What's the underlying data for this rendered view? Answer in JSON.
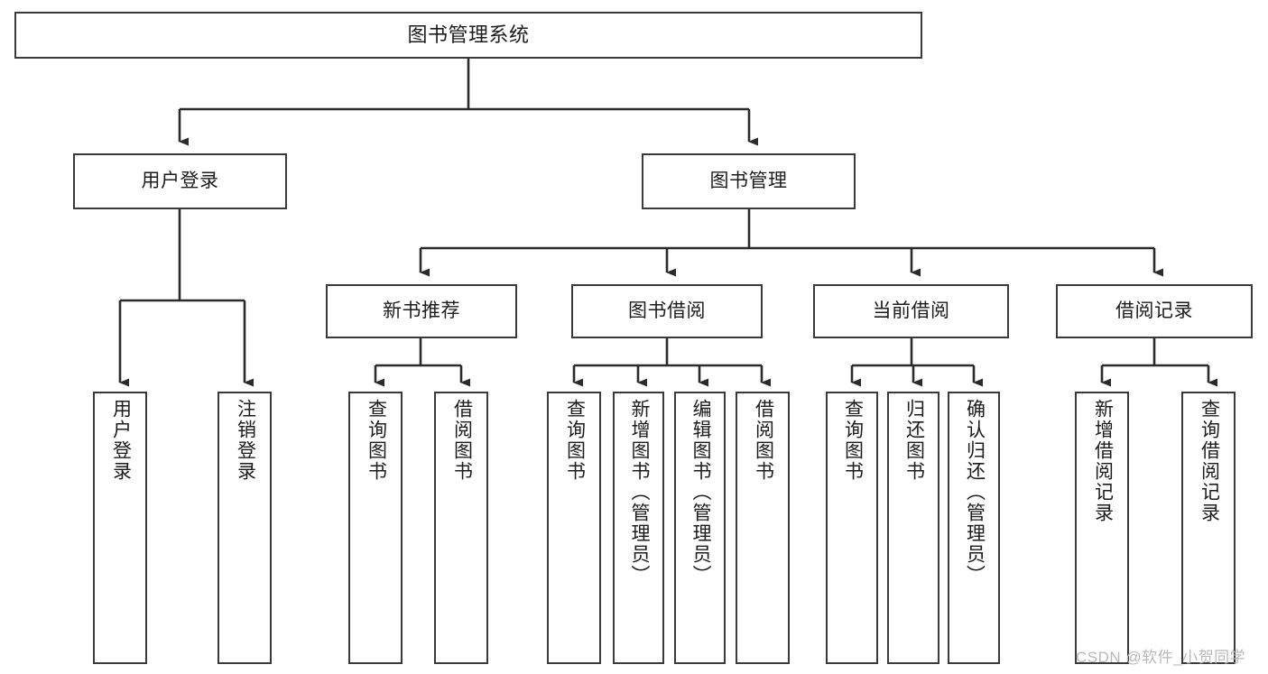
{
  "diagram": {
    "title": "图书管理系统",
    "type": "tree-hierarchy-diagram",
    "watermark": "CSDN @软件_小贺同学",
    "colors": {
      "background": "#ffffff",
      "node_border": "#3a3a3a",
      "node_fill": "#ffffff",
      "edge": "#2b2b2b",
      "text": "#1c1c1c",
      "watermark": "#b9b9b9"
    }
  },
  "nodes": {
    "root": {
      "label": "图书管理系统"
    },
    "level2": [
      {
        "label": "用户登录"
      },
      {
        "label": "图书管理"
      }
    ],
    "level3": [
      {
        "label": "新书推荐"
      },
      {
        "label": "图书借阅"
      },
      {
        "label": "当前借阅"
      },
      {
        "label": "借阅记录"
      }
    ],
    "leaves": {
      "user_login": [
        {
          "label": "用户登录"
        },
        {
          "label": "注销登录"
        }
      ],
      "new_book_recommend": [
        {
          "label": "查询图书"
        },
        {
          "label": "借阅图书"
        }
      ],
      "book_borrow": [
        {
          "label": "查询图书"
        },
        {
          "label": "新增图书（管理员）"
        },
        {
          "label": "编辑图书（管理员）"
        },
        {
          "label": "借阅图书"
        }
      ],
      "current_borrow": [
        {
          "label": "查询图书"
        },
        {
          "label": "归还图书"
        },
        {
          "label": "确认归还（管理员）"
        }
      ],
      "borrow_record": [
        {
          "label": "新增借阅记录"
        },
        {
          "label": "查询借阅记录"
        }
      ]
    }
  }
}
